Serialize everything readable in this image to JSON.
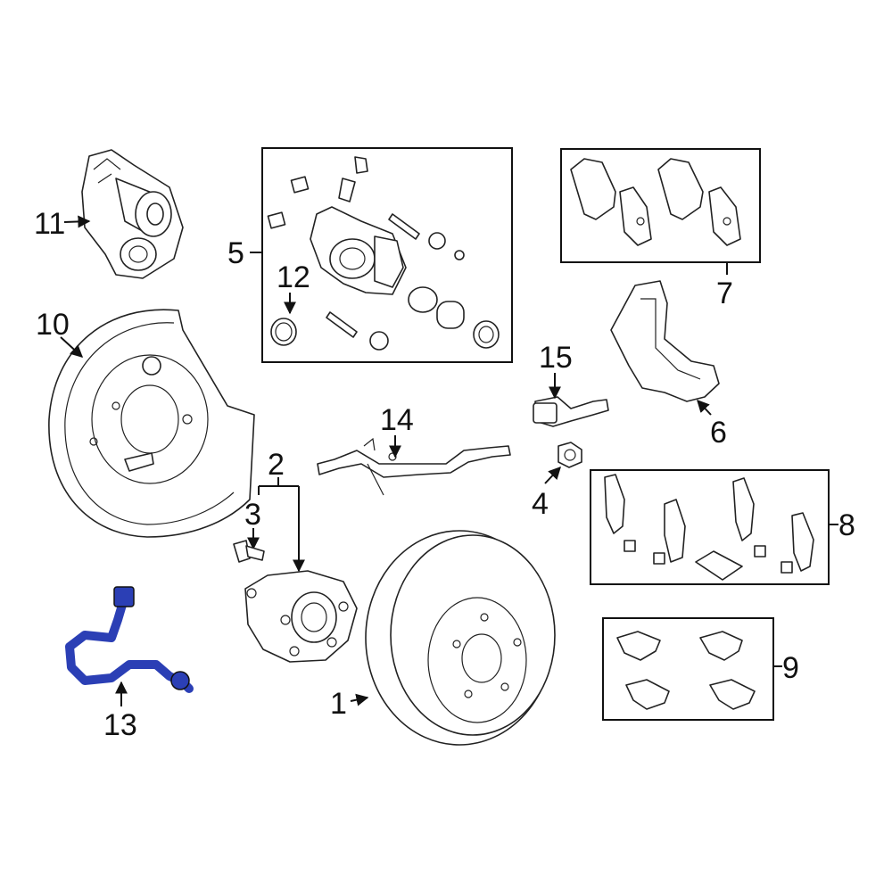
{
  "colors": {
    "highlight": "#2b3fb5",
    "outline": "#111111",
    "background": "#ffffff"
  },
  "labels": {
    "p1": "1",
    "p2": "2",
    "p3": "3",
    "p4": "4",
    "p5": "5",
    "p6": "6",
    "p7": "7",
    "p8": "8",
    "p9": "9",
    "p10": "10",
    "p11": "11",
    "p12": "12",
    "p13": "13",
    "p14": "14",
    "p15": "15"
  }
}
